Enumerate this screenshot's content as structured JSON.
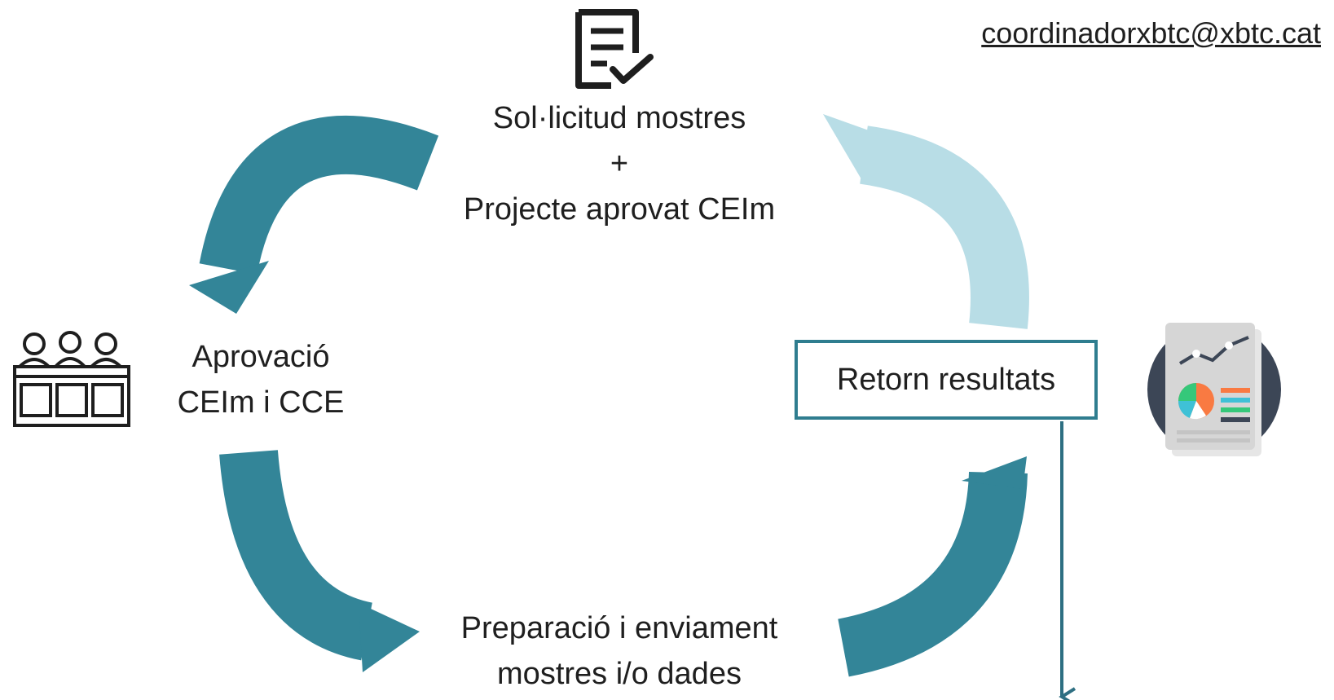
{
  "contact": {
    "email": "coordinadorxbtc@xbtc.cat"
  },
  "steps": {
    "request": {
      "line1": "Sol·licitud mostres",
      "line2": "+",
      "line3": "Projecte aprovat CEIm",
      "icon": "checklist-document-icon"
    },
    "approval": {
      "line1": "Aprovació",
      "line2": "CEIm i CCE",
      "icon": "committee-panel-icon"
    },
    "preparation": {
      "line1": "Preparació i enviament",
      "line2": "mostres i/o dades"
    },
    "results": {
      "label": "Retorn resultats",
      "icon": "report-chart-icon"
    }
  },
  "colors": {
    "arrow_dark": "#338598",
    "arrow_light": "#b8dde6",
    "box_border": "#2f7d8f",
    "down_arrow": "#2e6f82",
    "report_circle": "#3c4656"
  }
}
